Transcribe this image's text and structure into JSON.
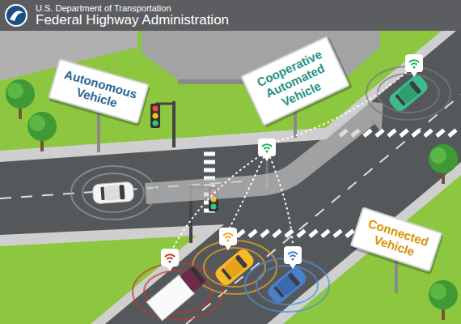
{
  "diagram": {
    "nodes": [
      {
        "text": [
          "Autonomous Vehicle"
        ]
      },
      {
        "text": [
          "Cooperative Automated Vehicle"
        ]
      },
      {
        "text": [
          "Connected Vehicle"
        ]
      }
    ],
    "labels": [
      "U.S. Department of Transportation",
      "Federal Highway Administration"
    ]
  }
}
